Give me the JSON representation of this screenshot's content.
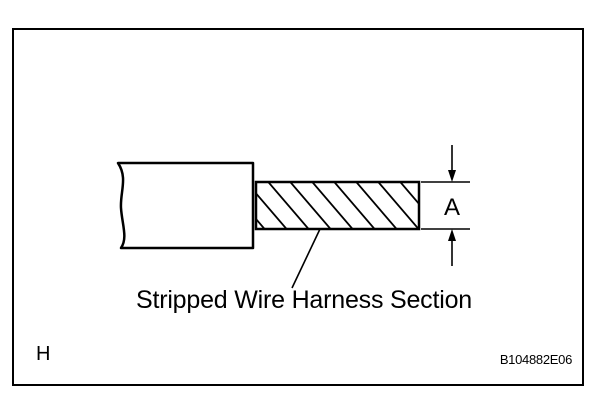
{
  "figure": {
    "corner_letter": "H",
    "caption": "Stripped Wire Harness Section",
    "dimension_label": "A",
    "figure_id": "B104882E06"
  }
}
